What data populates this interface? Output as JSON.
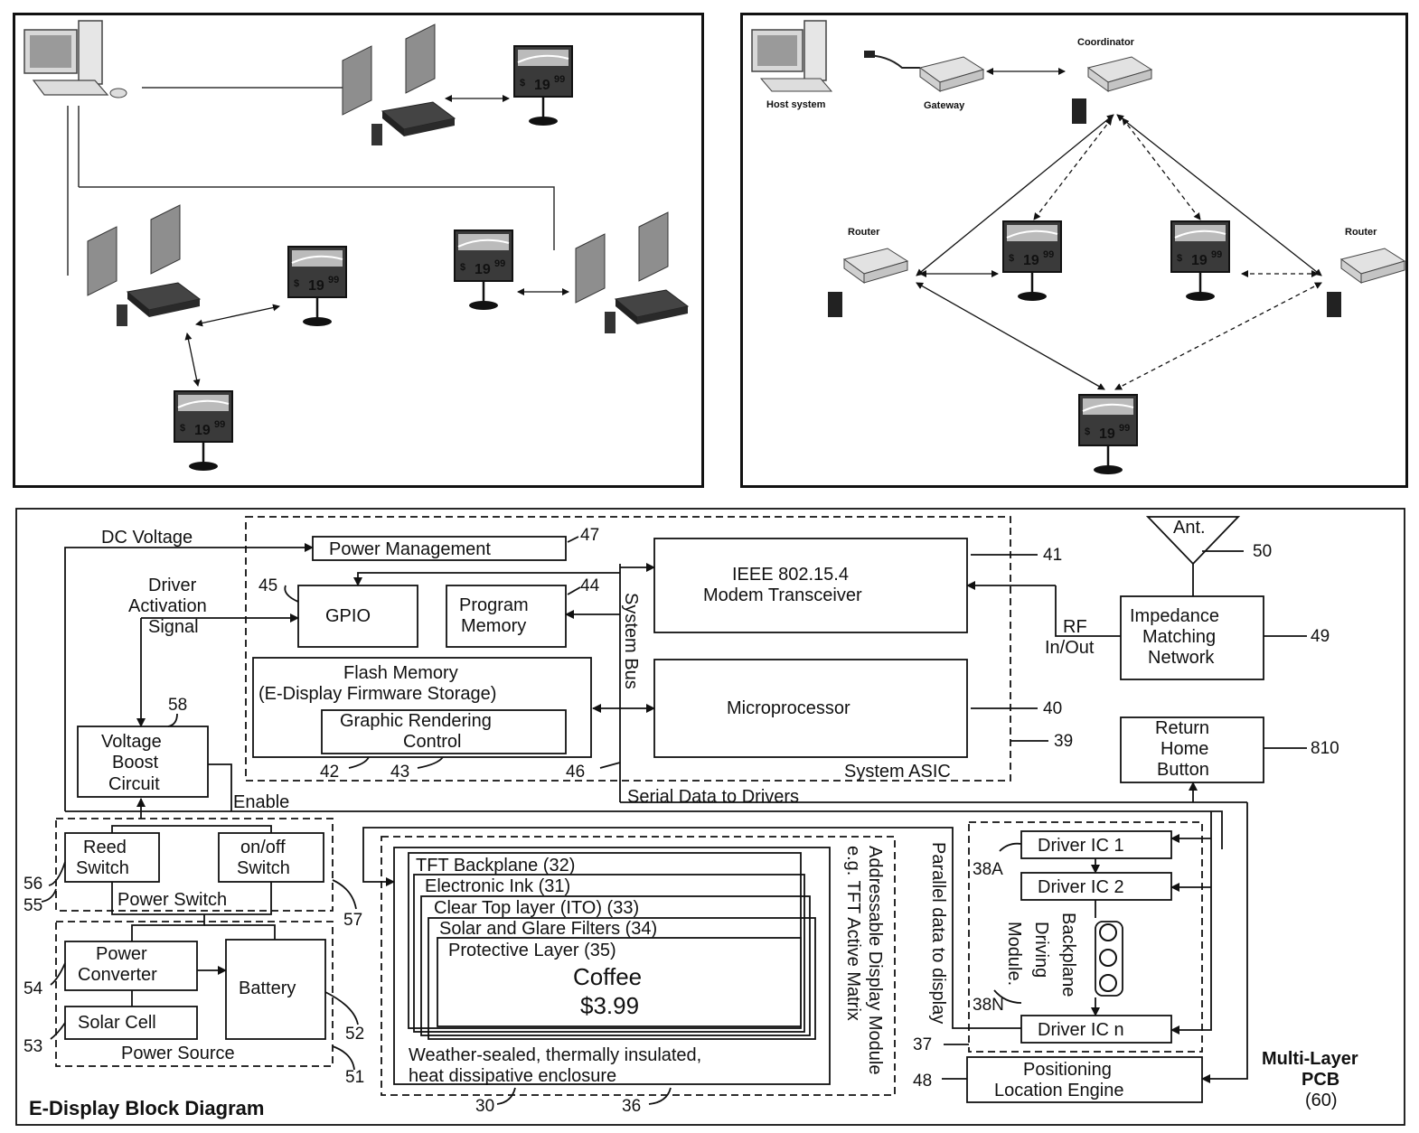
{
  "top_left": {},
  "top_right": {
    "host_label": "Host system",
    "gateway_label": "Gateway",
    "coordinator_label": "Coordinator",
    "router_label": "Router"
  },
  "price_tag": {
    "currency": "$",
    "whole": "19",
    "cents": "99"
  },
  "block": {
    "title": "E-Display Block Diagram",
    "pcb_line1": "Multi-Layer",
    "pcb_line2": "PCB",
    "pcb_num": "(60)",
    "dc_voltage": "DC Voltage",
    "driver_act_1": "Driver",
    "driver_act_2": "Activation",
    "driver_act_3": "Signal",
    "power_mgmt": "Power Management",
    "gpio": "GPIO",
    "prog_mem_1": "Program",
    "prog_mem_2": "Memory",
    "system_bus": "System Bus",
    "ieee_1": "IEEE 802.15.4",
    "ieee_2": "Modem Transceiver",
    "micro": "Microprocessor",
    "flash_1": "Flash Memory",
    "flash_2": "(E-Display Firmware Storage)",
    "grc_1": "Graphic Rendering",
    "grc_2": "Control",
    "system_asic": "System ASIC",
    "serial": "Serial Data to Drivers",
    "ant": "Ant.",
    "rf_1": "RF",
    "rf_2": "In/Out",
    "imp_1": "Impedance",
    "imp_2": "Matching",
    "imp_3": "Network",
    "rhb_1": "Return",
    "rhb_2": "Home",
    "rhb_3": "Button",
    "vb_1": "Voltage",
    "vb_2": "Boost",
    "vb_3": "Circuit",
    "enable": "Enable",
    "reed_1": "Reed",
    "reed_2": "Switch",
    "onoff_1": "on/off",
    "onoff_2": "Switch",
    "power_switch": "Power Switch",
    "pc_1": "Power",
    "pc_2": "Converter",
    "battery": "Battery",
    "solar": "Solar Cell",
    "power_source": "Power Source",
    "layer_32": "TFT Backplane (32)",
    "layer_31": "Electronic Ink (31)",
    "layer_33": "Clear Top layer (ITO) (33)",
    "layer_34": "Solar and Glare Filters (34)",
    "layer_35": "Protective Layer (35)",
    "coffee": "Coffee",
    "price": "$3.99",
    "enclosure_1": "Weather-sealed, thermally insulated,",
    "enclosure_2": "heat dissipative enclosure",
    "addr_1": "Addressable Display Module",
    "addr_2": "e.g. TFT Active Matrix",
    "parallel": "Parallel data to display",
    "drv1": "Driver IC 1",
    "drv2": "Driver IC 2",
    "drvn": "Driver IC n",
    "bdm_1": "Backplane",
    "bdm_2": "Driving",
    "bdm_3": "Module.",
    "pos_1": "Positioning",
    "pos_2": "Location Engine",
    "n47": "47",
    "n45": "45",
    "n44": "44",
    "n41": "41",
    "n50": "50",
    "n49": "49",
    "n58": "58",
    "n40": "40",
    "n39": "39",
    "n810": "810",
    "n42": "42",
    "n43": "43",
    "n46": "46",
    "n56": "56",
    "n55": "55",
    "n57": "57",
    "n54": "54",
    "n53": "53",
    "n52": "52",
    "n51": "51",
    "n38a": "38A",
    "n38n": "38N",
    "n37": "37",
    "n48": "48",
    "n30": "30",
    "n36": "36"
  }
}
